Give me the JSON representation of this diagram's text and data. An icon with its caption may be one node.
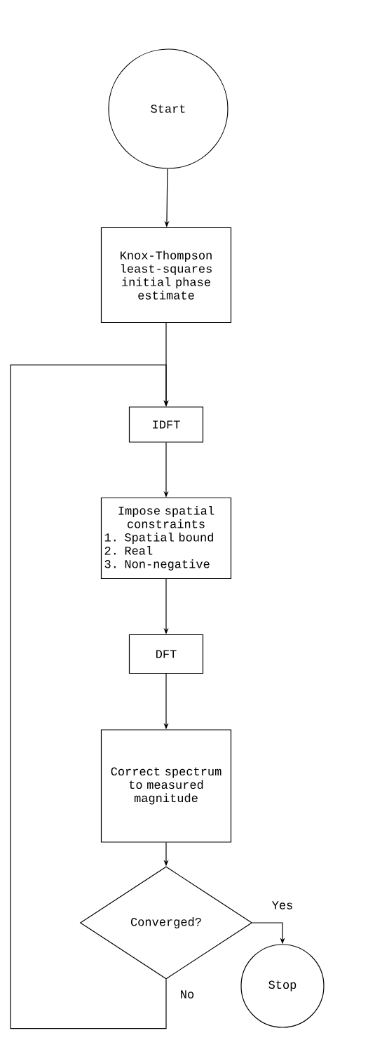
{
  "diagram": {
    "nodes": [
      {
        "text": [
          "Start"
        ]
      },
      {
        "text": [
          "Knox-Thompson least-squares initial phase estimate"
        ]
      },
      {
        "text": [
          "IDFT"
        ]
      },
      {
        "text": [
          "Impose spatial constraints",
          "1. Spatial bound",
          "2. Real",
          "3. Non-negative"
        ]
      },
      {
        "text": [
          "DFT"
        ]
      },
      {
        "text": [
          "Correct spectrum to measured magnitude"
        ]
      },
      {
        "text": [
          "Converged?"
        ]
      },
      {
        "text": [
          "Stop"
        ]
      }
    ],
    "edges": [
      {
        "from": 0,
        "to": 1,
        "arrow": "to"
      },
      {
        "from": 1,
        "to": 2,
        "arrow": "to"
      },
      {
        "from": 2,
        "to": 3,
        "arrow": "to"
      },
      {
        "from": 3,
        "to": 4,
        "arrow": "to"
      },
      {
        "from": 4,
        "to": 5,
        "arrow": "to"
      },
      {
        "from": 5,
        "to": 6,
        "arrow": "to"
      },
      {
        "from": 6,
        "to": 7,
        "arrow": "to",
        "label": "Yes"
      },
      {
        "from": 6,
        "to": 2,
        "arrow": "to",
        "label": "No"
      }
    ]
  }
}
